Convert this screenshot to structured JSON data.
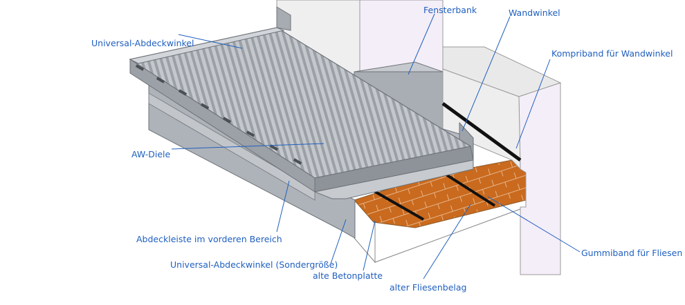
{
  "labels": {
    "universal_abdeckwinkel": "Universal-Abdeckwinkel",
    "fensterbank": "Fensterbank",
    "wandwinkel": "Wandwinkel",
    "kompriband": "Kompriband für Wandwinkel",
    "aw_diele": "AW-Diele",
    "abdeckleiste": "Abdeckleiste im vorderen Bereich",
    "universal_sondergroesse": "Universal-Abdeckwinkel (Sondergröße)",
    "alte_betonplatte": "alte Betonplatte",
    "alter_fliesenbelag": "alter Fliesenbelag",
    "gummiband": "Gummiband für Fliesen"
  },
  "colors": {
    "label_text": "#1f5fbf",
    "metal": "#b8bcc2",
    "metal_dark": "#8e9399",
    "tile": "#c96a1e",
    "concrete_side": "#ffffff",
    "concrete_top": "#e3e3e3",
    "wall_purple": "#f4eef8",
    "rubber": "#111111"
  }
}
